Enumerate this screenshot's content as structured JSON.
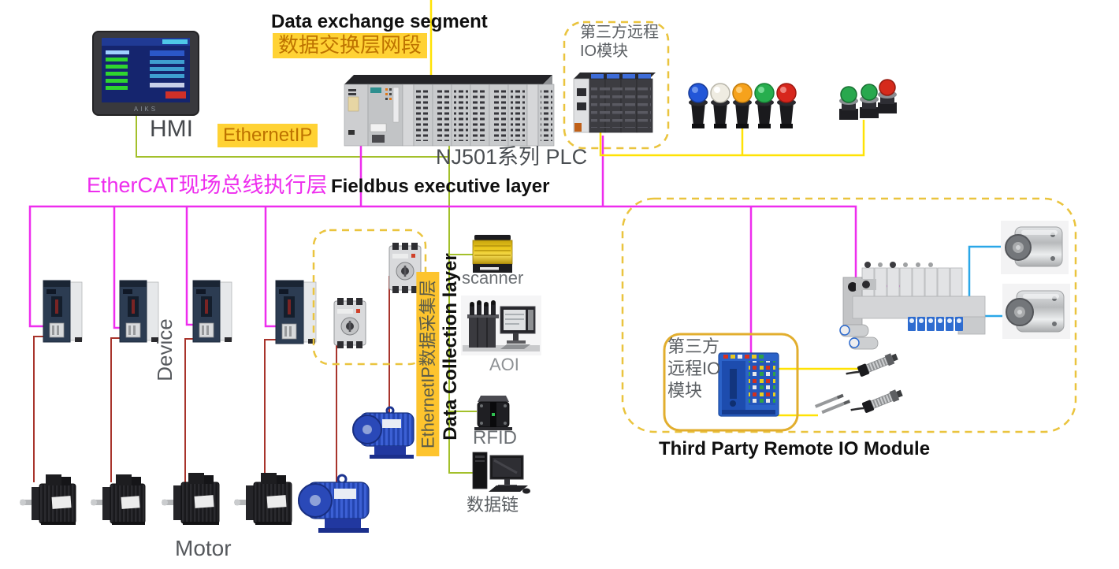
{
  "colors": {
    "magenta": "#ee2dee",
    "green": "#a3c02b",
    "yellow": "#ffe204",
    "red": "#a8342c",
    "blue": "#2aa7e8",
    "dash": "#eac43e",
    "hl-bg": "#ffd234",
    "hl-tx": "#bd7200",
    "band-bg": "#fdc42e",
    "band-tx": "#5c5c48"
  },
  "labels": {
    "data_exchange_en": "Data exchange segment",
    "data_exchange_cn": "数据交换层网段",
    "hmi": "HMI",
    "hmi_brand": "AIKS",
    "ethernet_ip": "EthernetIP",
    "plc": "NJ501系列 PLC",
    "remote_io_top_line1": "第三方远程",
    "remote_io_top_line2": "IO模块",
    "ethercat_cn": "EtherCAT现场总线执行层",
    "fieldbus_en": "Fieldbus executive layer",
    "collection_band": "EthernetIP数据采集层",
    "collection_en": "Data Collection layer",
    "device": "Device",
    "motor": "Motor",
    "scanner": "scanner",
    "aoi": "AOI",
    "rfid": "RFID",
    "datalink": "数据链",
    "remote_io_bottom_line1": "第三方",
    "remote_io_bottom_line2": "远程IO",
    "remote_io_bottom_line3": "模块",
    "third_party_title": "Third Party Remote IO Module"
  }
}
